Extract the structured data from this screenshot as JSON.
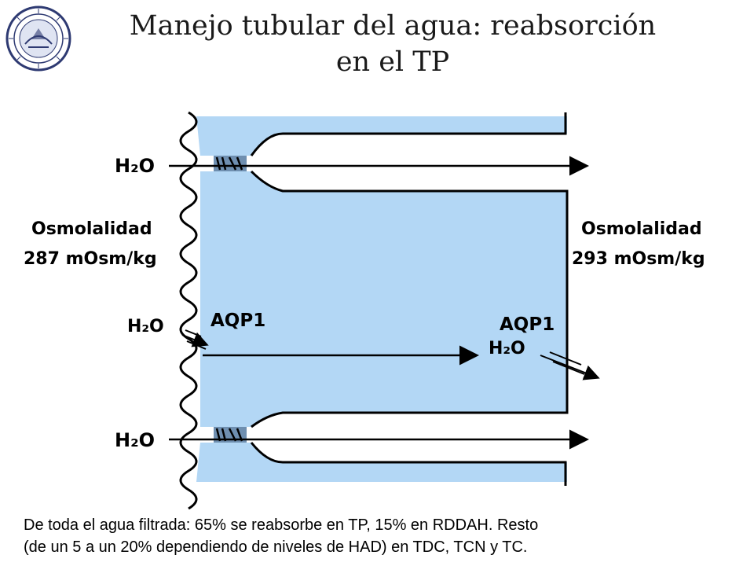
{
  "title": {
    "line1": "Manejo tubular del agua: reabsorción",
    "line2": "en el TP"
  },
  "logo": {
    "icon": "university-seal-icon",
    "color": "#2e3a72"
  },
  "diagram": {
    "h2o_top": "H₂O",
    "h2o_mid": "H₂O",
    "h2o_bottom": "H₂O",
    "h2o_right": "H₂O",
    "aqp_left": "AQP1",
    "aqp_right": "AQP1",
    "osm_left_label": "Osmolalidad",
    "osm_left_value": "287 mOsm/kg",
    "osm_right_label": "Osmolalidad",
    "osm_right_value": "293 mOsm/kg",
    "colors": {
      "fill": "#b3d7f5",
      "line": "#000000",
      "dark_fill": "#6f8fb0"
    }
  },
  "caption": {
    "line1": "De toda el agua filtrada: 65% se reabsorbe en TP, 15% en RDDAH. Resto",
    "line2": "(de un 5 a un 20% dependiendo de niveles de HAD) en TDC, TCN y TC."
  }
}
